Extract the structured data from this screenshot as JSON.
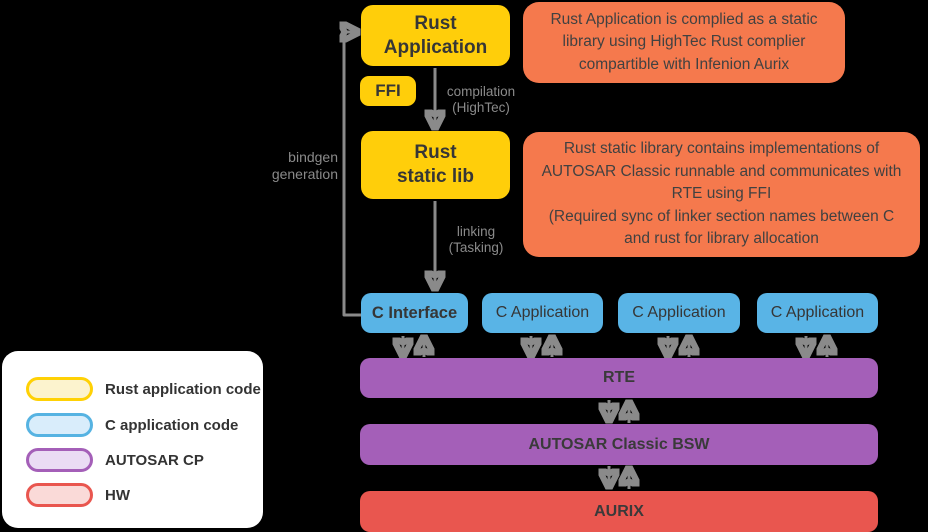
{
  "colors": {
    "bg": "#000000",
    "yellow": "#FFCE0A",
    "blue": "#59B4E6",
    "purple": "#A45FB8",
    "red": "#E9564F",
    "orange": "#F5794D",
    "gray": "#8A8A8A",
    "text-dark": "#363636",
    "legend-bg": "#FFFFFF"
  },
  "nodes": {
    "rust_application": "Rust\nApplication",
    "ffi": "FFI",
    "rust_static_lib": "Rust\nstatic lib",
    "c_row": [
      "C Interface",
      "C Application",
      "C Application",
      "C Application"
    ]
  },
  "edge_labels": {
    "compilation": "compilation\n(HighTec)",
    "linking": "linking\n(Tasking)",
    "bindgen": "bindgen\ngeneration"
  },
  "bars": [
    "RTE",
    "AUTOSAR Classic BSW",
    "AURIX"
  ],
  "notes": [
    "Rust Application is complied as a static library using HighTec Rust complier compartible with Infenion Aurix",
    "Rust static library contains implementations of AUTOSAR Classic runnable and communicates with RTE using FFI\n(Required sync of linker section names between C and rust for library allocation"
  ],
  "legend": {
    "items": [
      {
        "label": "Rust application code",
        "fill": "#FCF3CE",
        "border": "#FFD105"
      },
      {
        "label": "C application code",
        "fill": "#D9EDFB",
        "border": "#56B3E2"
      },
      {
        "label": "AUTOSAR CP",
        "fill": "#EADCF4",
        "border": "#A45FB8"
      },
      {
        "label": "HW",
        "fill": "#FADAD8",
        "border": "#E9564F"
      }
    ]
  }
}
